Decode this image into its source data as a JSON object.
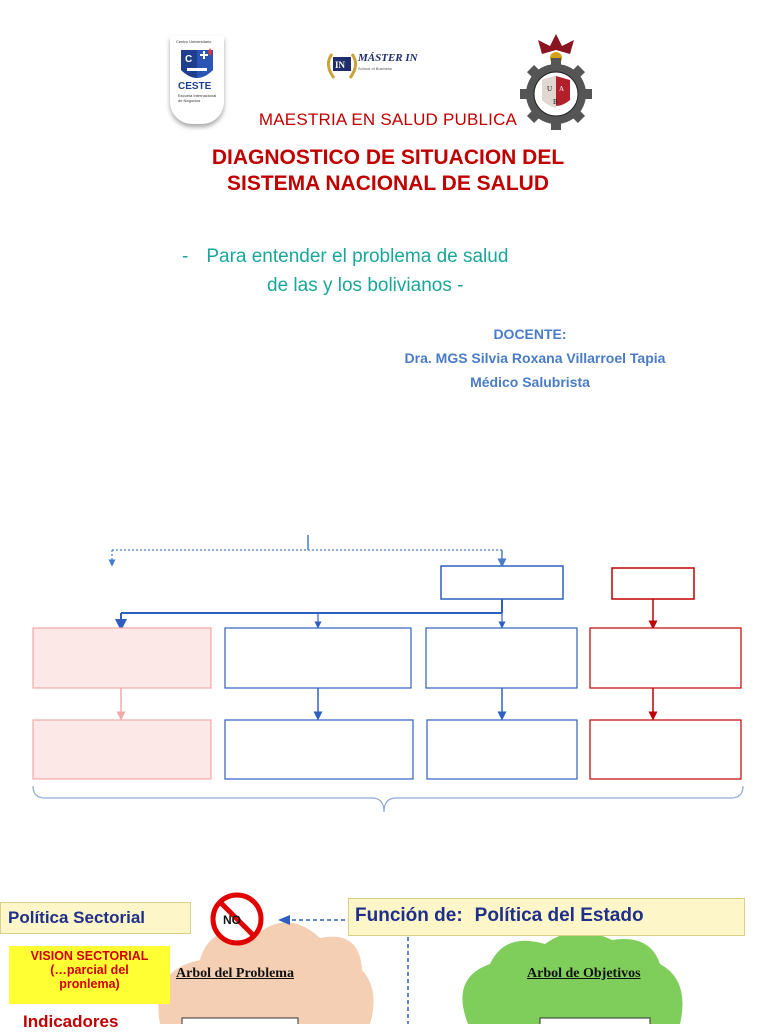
{
  "logos": {
    "ceste": {
      "top_text": "Centro Universitario",
      "name": "CESTE",
      "subtext": "Escuela Internacional de Negocios"
    },
    "master": {
      "name": "MÁSTER IN",
      "tag": "School of Business",
      "mark": "IN"
    },
    "seal": {
      "letters": [
        "U",
        "A",
        "B"
      ]
    }
  },
  "header": {
    "program": "MAESTRIA EN SALUD PUBLICA",
    "title_line1": "DIAGNOSTICO DE SITUACION DEL",
    "title_line2": "SISTEMA NACIONAL DE SALUD"
  },
  "subtitle": {
    "dash": "-",
    "line1": "Para entender el problema de salud",
    "line2": "de las y los bolivianos -"
  },
  "teacher": {
    "label": "DOCENTE:",
    "name": "Dra. MGS Silvia Roxana Villarroel Tapia",
    "role": "Médico Salubrista"
  },
  "bottom": {
    "politica_sectorial": "Política Sectorial",
    "vision_line1": "VISION SECTORIAL",
    "vision_line2": "(…parcial del",
    "vision_line3": "pronlema)",
    "indicadores": "Indicadores",
    "no_sign": "NO",
    "funcion_de": "Función de:",
    "politica_estado": "Política del Estado",
    "arbol_problema": "Arbol del Problema",
    "arbol_objetivos": "Arbol de Objetivos"
  },
  "colors": {
    "red": "#c00000",
    "teal": "#1aa69a",
    "blue": "#4a7bc8",
    "navy": "#1f2f8a",
    "diagram_blue": "#2f5fc0",
    "diagram_red": "#c00000",
    "pink": "#f6c9c9"
  }
}
